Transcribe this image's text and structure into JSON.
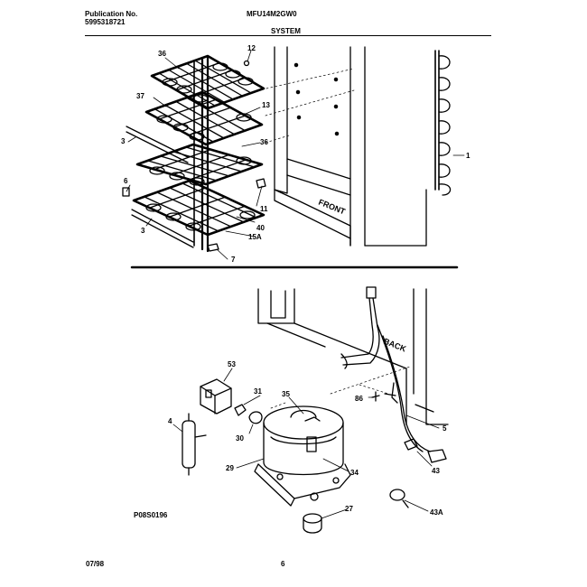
{
  "header": {
    "publication_label": "Publication No.",
    "publication_number": "5995318721",
    "model": "MFU14M2GW0",
    "section_title": "SYSTEM"
  },
  "footer": {
    "date": "07/98",
    "page": "6"
  },
  "diagram": {
    "figure_id": "P08S0196",
    "cabinet_front_label": "FRONT",
    "cabinet_back_label": "BACK",
    "callouts": {
      "c1": "1",
      "c3a": "3",
      "c3b": "3",
      "c6": "6",
      "c7": "7",
      "c11": "11",
      "c12": "12",
      "c13": "13",
      "c15a": "15A",
      "c36a": "36",
      "c36b": "36",
      "c37": "37",
      "c40": "40",
      "c4": "4",
      "c5": "5",
      "c27": "27",
      "c29": "29",
      "c30": "30",
      "c31": "31",
      "c34": "34",
      "c35": "35",
      "c43": "43",
      "c43a": "43A",
      "c53": "53",
      "c86": "86"
    }
  }
}
